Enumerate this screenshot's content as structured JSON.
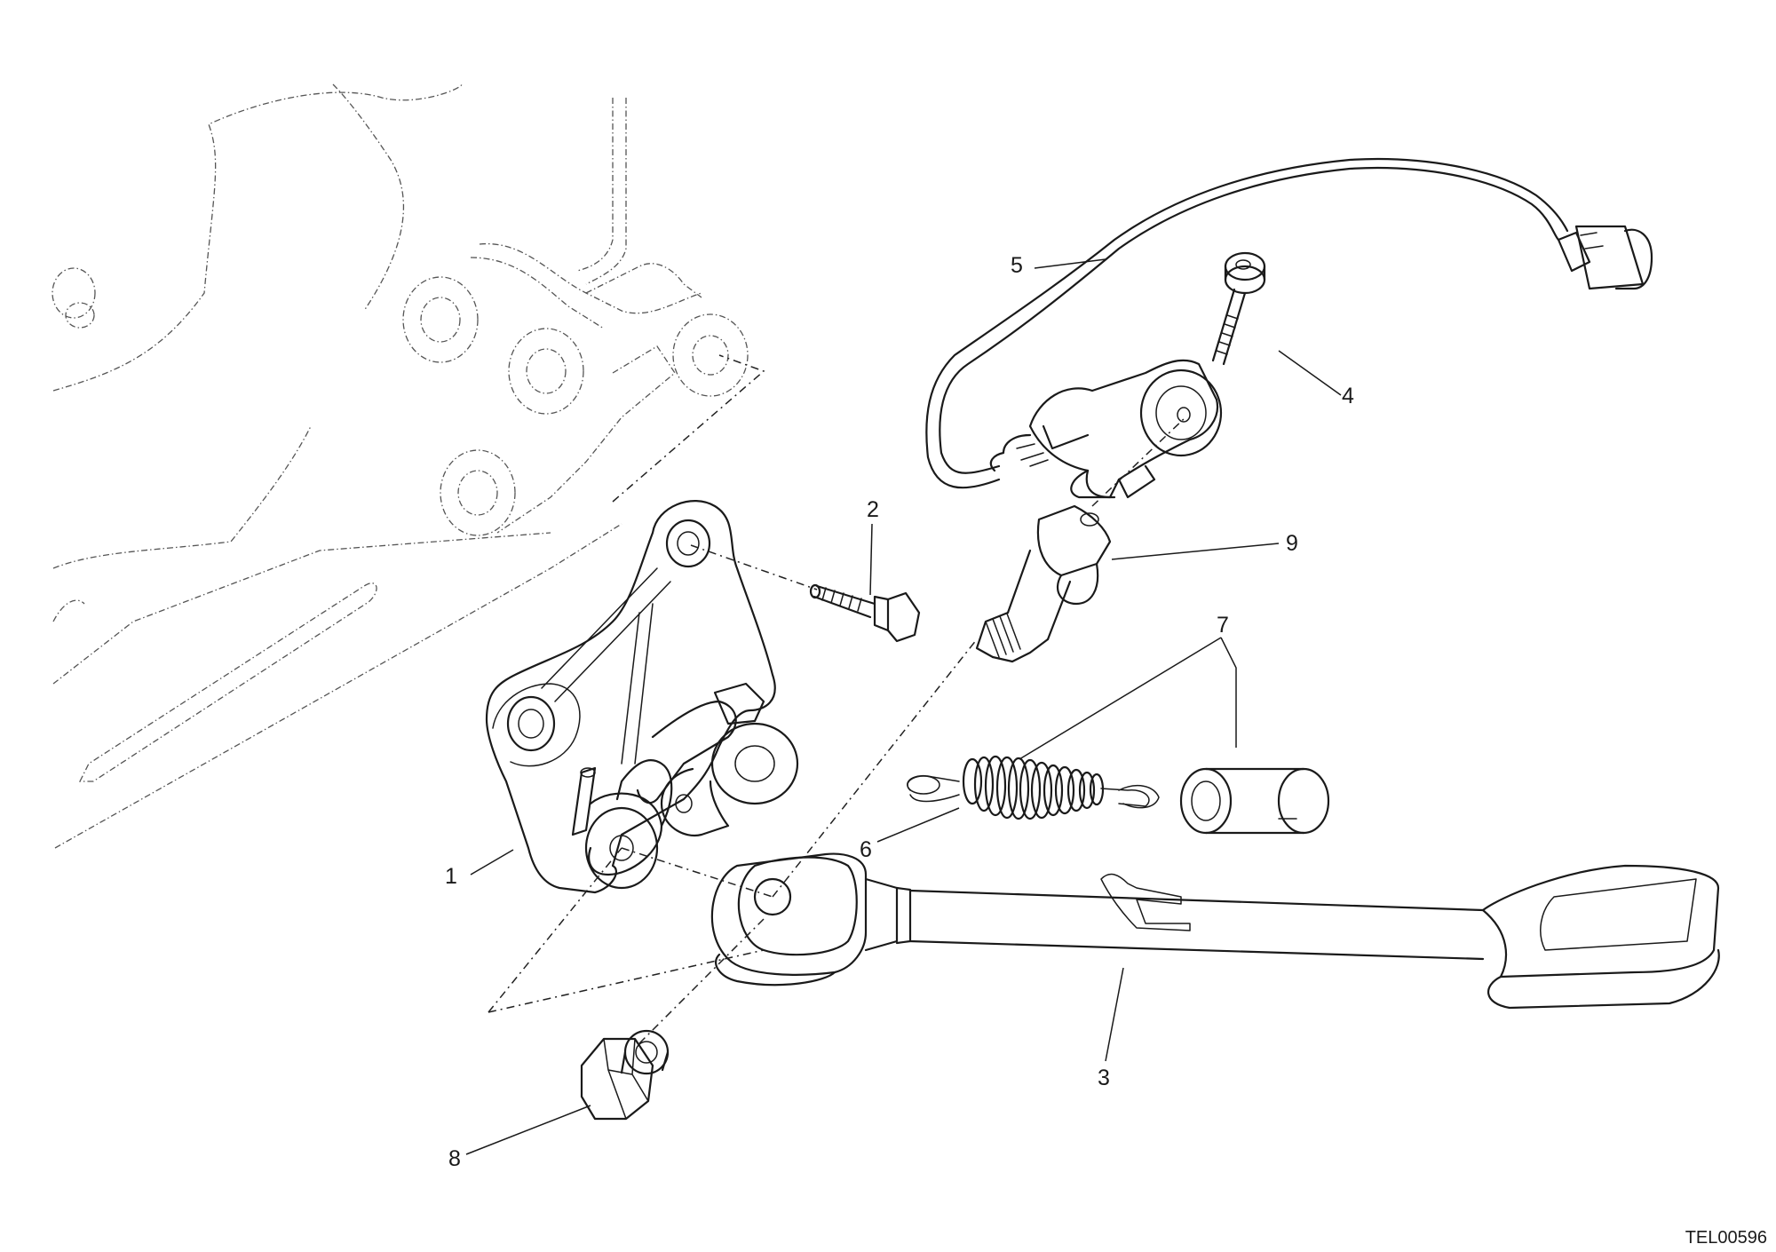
{
  "callouts": [
    {
      "id": "1",
      "label": "1"
    },
    {
      "id": "2",
      "label": "2"
    },
    {
      "id": "3",
      "label": "3"
    },
    {
      "id": "4",
      "label": "4"
    },
    {
      "id": "5",
      "label": "5"
    },
    {
      "id": "6",
      "label": "6"
    },
    {
      "id": "7",
      "label": "7"
    },
    {
      "id": "8",
      "label": "8"
    },
    {
      "id": "9",
      "label": "9"
    }
  ],
  "drawing_code": "TEL00596"
}
